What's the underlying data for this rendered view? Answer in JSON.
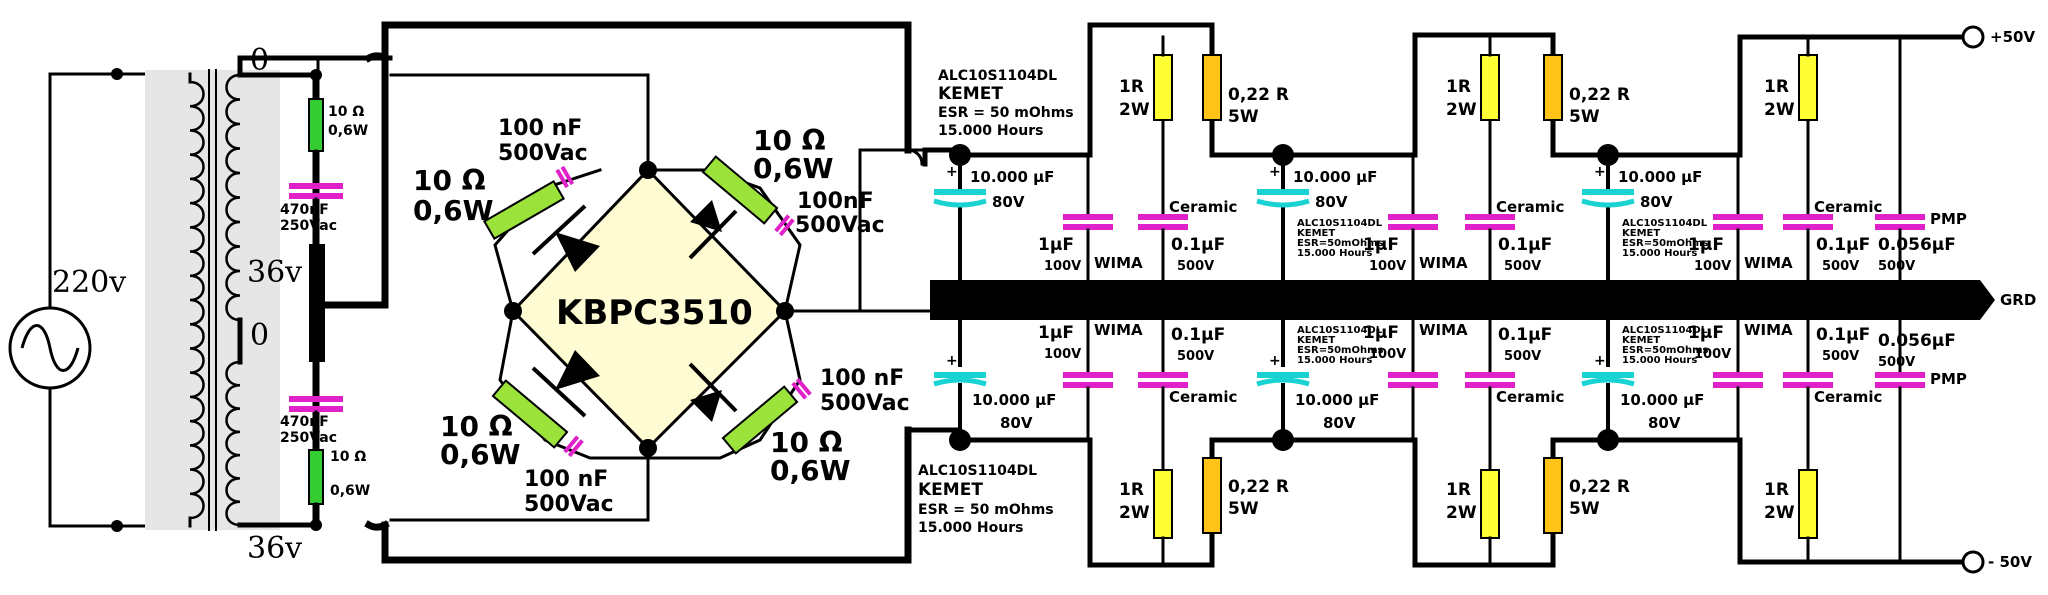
{
  "colors": {
    "wire": "#000000",
    "resistor_green": "#9be23a",
    "resistor_small_green": "#33cc33",
    "resistor_yellow": "#ffff33",
    "resistor_orange": "#ffc31a",
    "capacitor_magenta": "#e020c8",
    "capacitor_cyan": "#19d2d2",
    "bridge_fill": "#fffbd3",
    "core_fill": "#e6e6e6"
  },
  "labels": {
    "mains": "220v",
    "zero_top": "0",
    "zero_bottom": "0",
    "sec_top": "36v",
    "sec_bottom": "36v",
    "bridge": "KBPC3510",
    "plus_out": "+50V",
    "minus_out": "- 50V",
    "ground": "GRD"
  },
  "snubber": {
    "r_value": "10 Ω",
    "r_power": "0,6W",
    "c_top_value": "470nF",
    "c_top_voltage": "250Vac",
    "c_bot_value": "470nF",
    "c_bot_voltage": "250Vac",
    "r_bot_value": "10 Ω",
    "r_bot_power": "0,6W"
  },
  "bridge_parts": {
    "r_ohm": "10 Ω",
    "r_power": "0,6W",
    "c_left_top_value": "100 nF",
    "c_left_top_voltage": "500Vac",
    "c_right_top_value": "100nF",
    "c_right_top_voltage": "500Vac",
    "c_right_bot_value": "100 nF",
    "c_right_bot_voltage": "500Vac",
    "c_left_bot_value": "100 nF",
    "c_left_bot_voltage": "500Vac"
  },
  "kemet_top": {
    "part": "ALC10S1104DL",
    "brand": "KEMET",
    "esr": "ESR = 50 mOhms",
    "hours": "15.000 Hours"
  },
  "kemet_bottom": {
    "part": "ALC10S1104DL",
    "brand": "KEMET",
    "esr": "ESR = 50 mOhms",
    "hours": "15.000 Hours"
  },
  "kemet_small": {
    "part": "ALC10S1104DL",
    "brand": "KEMET",
    "esr": "ESR=50mOhms",
    "hours": "15.000 Hours"
  },
  "elcap": {
    "value": "10.000 μF",
    "voltage": "80V"
  },
  "stage": {
    "r1_value": "1R",
    "r1_power": "2W",
    "r2_value": "0,22 R",
    "r2_power": "5W",
    "film_value": "1μF",
    "film_voltage": "100V",
    "film_brand": "WIMA",
    "cer_label": "Ceramic",
    "cer_value": "0.1μF",
    "cer_voltage": "500V"
  },
  "pmp": {
    "label": "PMP",
    "value": "0.056μF",
    "voltage": "500V"
  }
}
